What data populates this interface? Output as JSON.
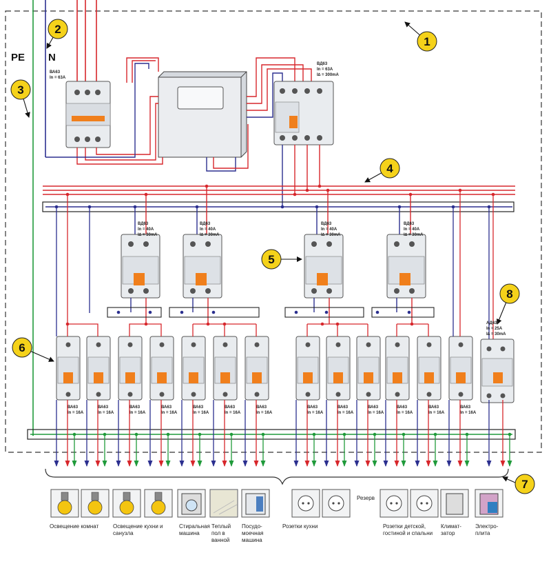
{
  "callouts": [
    "1",
    "2",
    "3",
    "4",
    "5",
    "6",
    "7",
    "8"
  ],
  "conductors": {
    "pe": "PE",
    "n": "N"
  },
  "main_breaker": {
    "line1": "ВА63",
    "line2": "In = 63A"
  },
  "main_rcd": {
    "line1": "ВД63",
    "line2": "In = 63A",
    "line3": "I∆ = 300mA"
  },
  "rcd_30": {
    "line1": "ВД63",
    "line2": "In = 40A",
    "line3": "I∆ = 30mA"
  },
  "rcbo": {
    "line1": "АД63",
    "line2": "In = 25A",
    "line3": "I∆ = 30mA"
  },
  "branch_breaker": {
    "line1": "ВА63",
    "line2": "In = 16A"
  },
  "rcd_modules": [
    "ВД63",
    "ВД63",
    "ВД63",
    "ВД63"
  ],
  "load_groups": [
    {
      "label": "Освещение комнат"
    },
    {
      "label": "Освещение кухни и санузла"
    },
    {
      "label": "Стиральная машина"
    },
    {
      "label": "Теплый пол в ванной"
    },
    {
      "label": "Посудо-моечная машина"
    },
    {
      "label": "Розетки кухни"
    },
    {
      "label": "Резерв"
    },
    {
      "label": "Розетки детской, гостиной и спальни"
    },
    {
      "label": "Климат-затор"
    },
    {
      "label": "Электро-плита"
    }
  ],
  "colors": {
    "phase": "#d7262b",
    "neutral": "#2b2f8f",
    "pe": "#1f9a3a",
    "orange": "#f07f1c",
    "callout_fill": "#f5d21a",
    "device": "#e9ecef",
    "bulb": "#f4c510"
  },
  "icons": {
    "bulb": "light-bulb-icon",
    "socket": "socket-icon",
    "washer": "washing-machine-icon",
    "floor": "heated-floor-icon",
    "dishwasher": "dishwasher-icon",
    "climate": "air-conditioner-icon",
    "stove": "electric-stove-icon"
  }
}
